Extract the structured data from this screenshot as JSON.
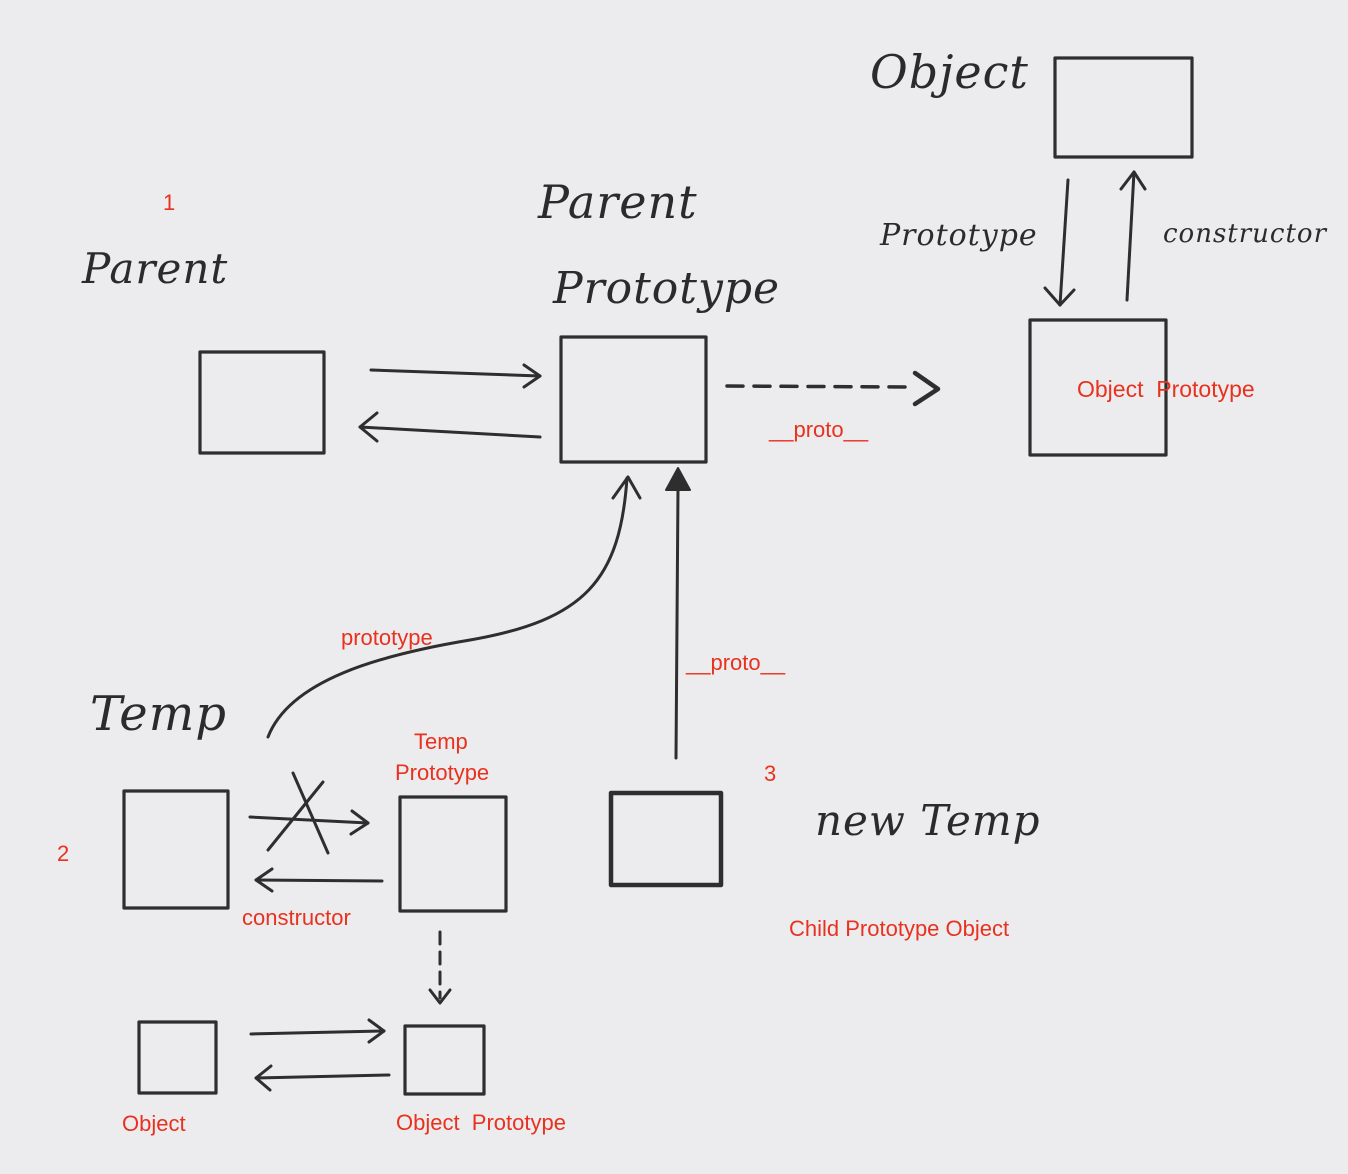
{
  "handwritten": {
    "object_top": "Object",
    "parent_prototype_line1": "Parent",
    "parent_prototype_line2": "Prototype",
    "parent_left": "Parent",
    "prototype_side": "Prototype",
    "constructor_side": "constructor",
    "temp": "Temp",
    "new_temp": "new Temp"
  },
  "red_labels": {
    "step1": "1",
    "step2": "2",
    "step3": "3",
    "object_prototype_right": "Object  Prototype",
    "proto_dashed": "__proto__",
    "prototype_curve": "prototype",
    "proto_vertical": "__proto__",
    "temp_prototype_line1": "Temp",
    "temp_prototype_line2": "Prototype",
    "constructor_bottom": "constructor",
    "child_prototype_object": "Child Prototype Object",
    "object_bottom": "Object",
    "object_prototype_bottom": "Object  Prototype"
  },
  "colors": {
    "paper": "#ececee",
    "ink": "#2e2e2e",
    "annotation": "#e8321f"
  }
}
